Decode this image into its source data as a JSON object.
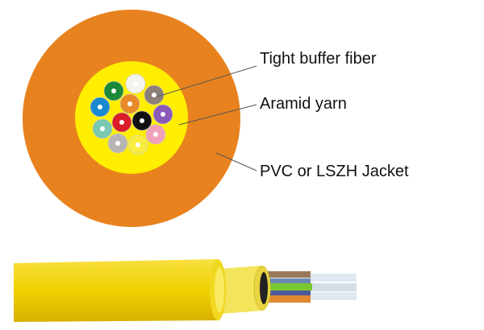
{
  "labels": {
    "tight_buffer": "Tight buffer fiber",
    "aramid": "Aramid yarn",
    "jacket": "PVC or LSZH Jacket"
  },
  "colors": {
    "jacket": "#e8821e",
    "aramid": "#ffee00",
    "cable": "#f2d400"
  },
  "fibers": [
    {
      "color": "#f4f4ee"
    },
    {
      "color": "#1a8a3a"
    },
    {
      "color": "#8c8078"
    },
    {
      "color": "#1a8ad0"
    },
    {
      "color": "#e88a2a"
    },
    {
      "color": "#8a5ab8"
    },
    {
      "color": "#7ac8b0"
    },
    {
      "color": "#d81e28"
    },
    {
      "color": "#111111"
    },
    {
      "color": "#f0a0b8"
    },
    {
      "color": "#b8b4b4"
    },
    {
      "color": "#f8ec40"
    }
  ]
}
